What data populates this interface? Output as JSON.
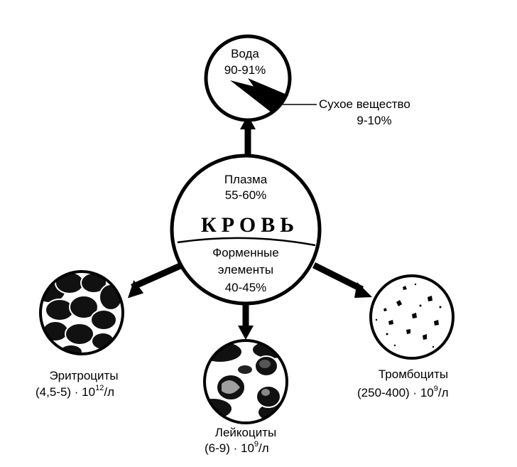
{
  "center": {
    "title": "КРОВЬ",
    "plasma_label": "Плазма",
    "plasma_value": "55-60%",
    "formed_line1": "Форменные",
    "formed_line2": "элементы",
    "formed_value": "40-45%"
  },
  "water": {
    "label": "Вода",
    "value": "90-91%",
    "dry_label": "Сухое вещество",
    "dry_value": "9-10%"
  },
  "erythrocytes": {
    "label": "Эритроциты",
    "value_prefix": "(4,5-5) · 10",
    "value_exp": "12",
    "value_suffix": "/л"
  },
  "leukocytes": {
    "label": "Лейкоциты",
    "value_prefix": "(6-9) · 10",
    "value_exp": "9",
    "value_suffix": "/л"
  },
  "platelets": {
    "label": "Тромбоциты",
    "value_prefix": "(250-400) · 10",
    "value_exp": "9",
    "value_suffix": "/л"
  },
  "colors": {
    "ink": "#000000",
    "paper": "#ffffff"
  }
}
